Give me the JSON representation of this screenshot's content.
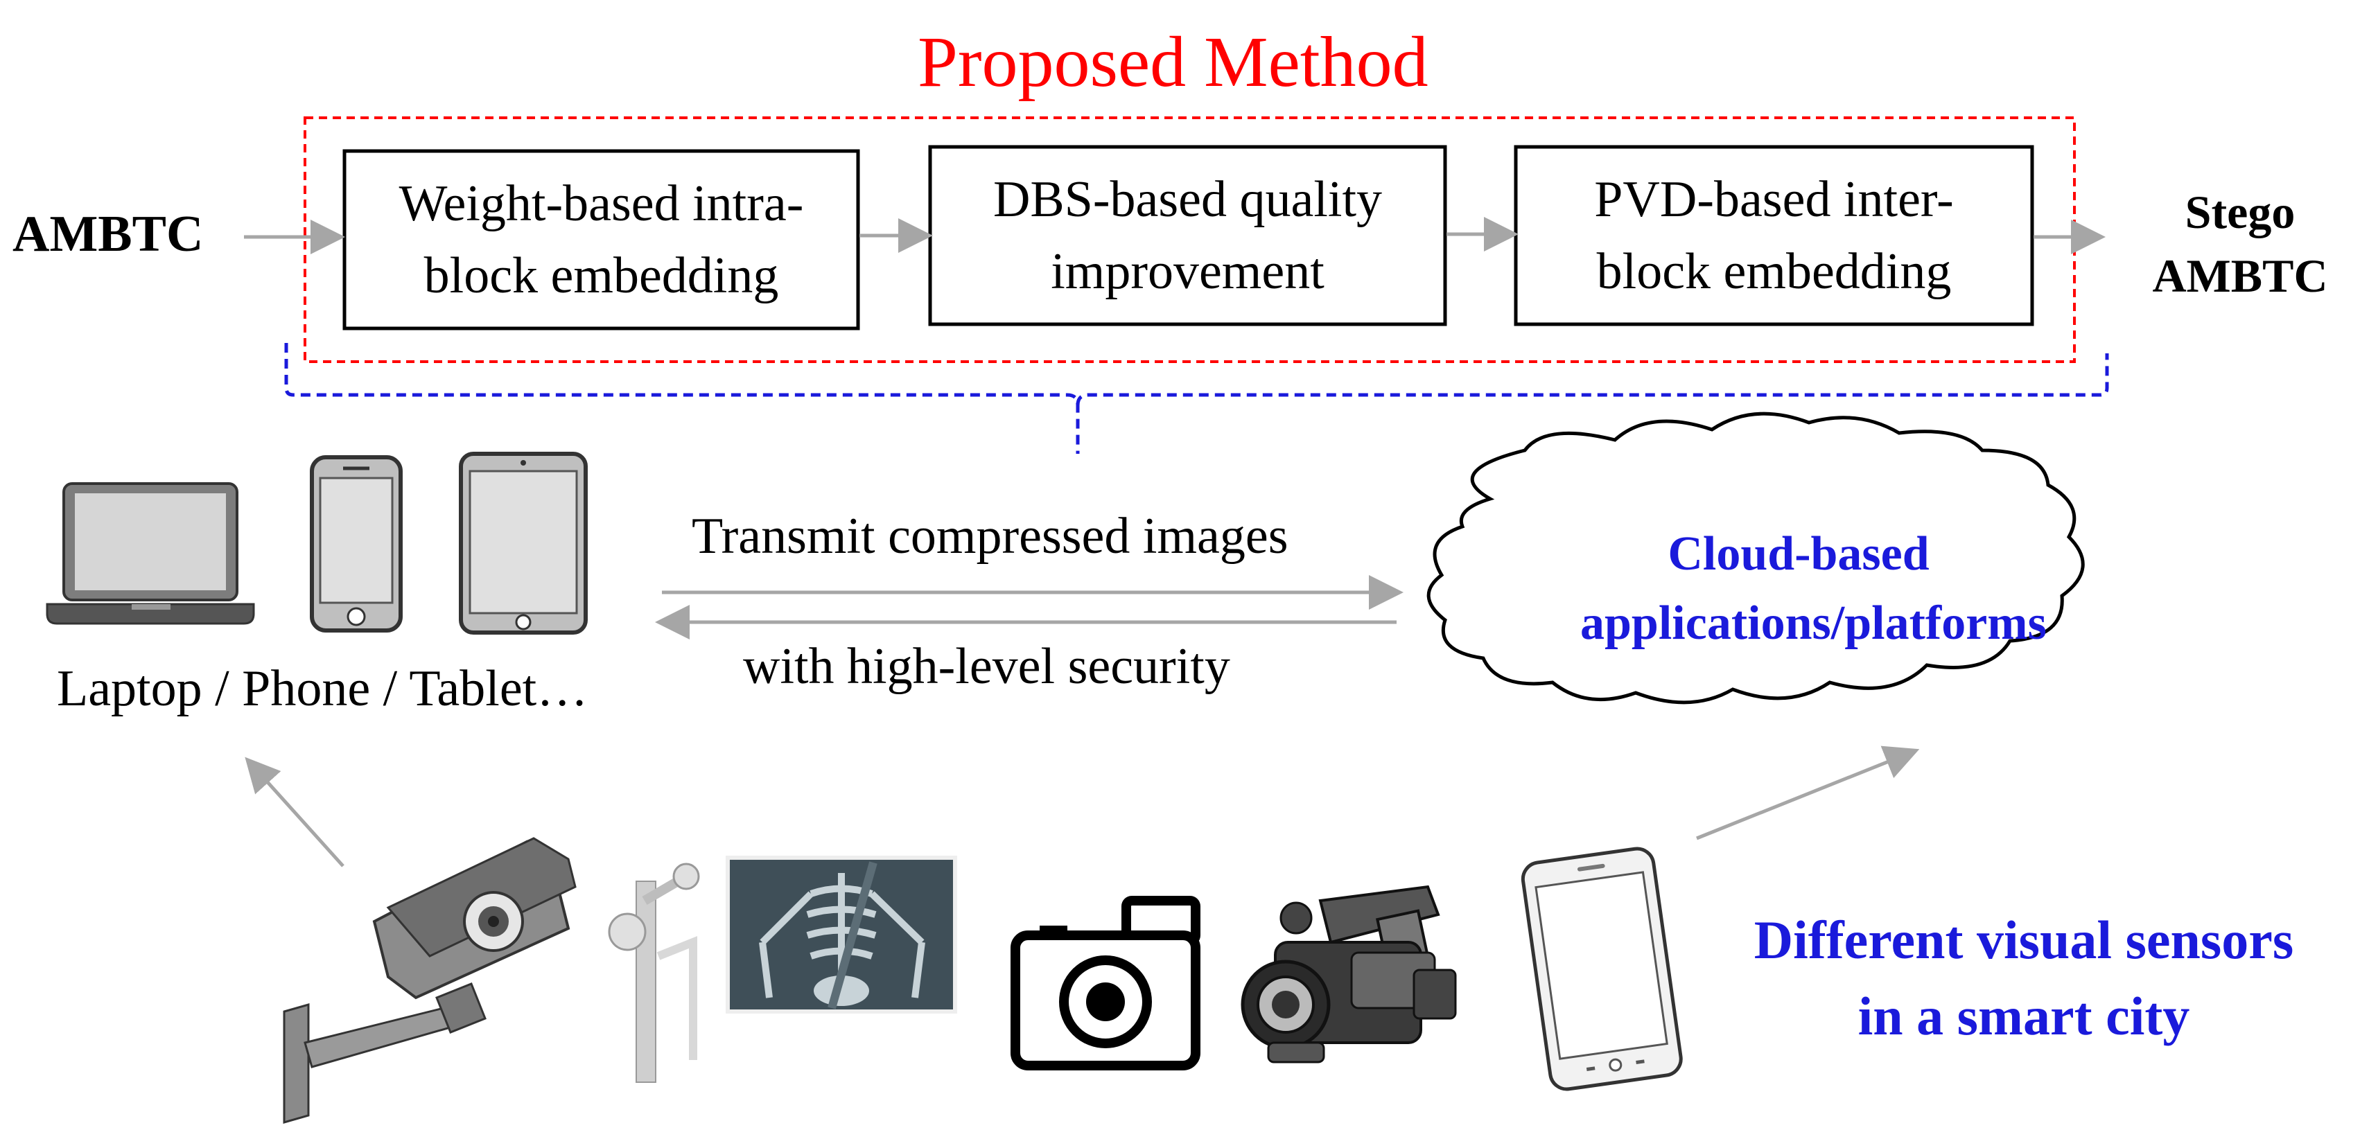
{
  "title": "Proposed Method",
  "input_label": "AMBTC",
  "output_label": [
    "Stego",
    "AMBTC"
  ],
  "steps": [
    {
      "lines": [
        "Weight-based intra-",
        "block embedding"
      ]
    },
    {
      "lines": [
        "DBS-based quality",
        "improvement"
      ]
    },
    {
      "lines": [
        "PVD-based inter-",
        "block embedding"
      ]
    }
  ],
  "devices_label": "Laptop / Phone / Tablet…",
  "transmit_top": "Transmit compressed images",
  "transmit_bottom": "with high-level security",
  "cloud_label": [
    "Cloud-based",
    "applications/platforms"
  ],
  "sensors_label": [
    "Different visual sensors",
    "in a smart city"
  ],
  "colors": {
    "title": "#ff0000",
    "dashed_red": "#ff0000",
    "dashed_blue": "#1a1adb",
    "accent_blue": "#1a1adb",
    "arrow": "#a6a6a6"
  },
  "icons": [
    "laptop-icon",
    "phone-icon",
    "tablet-icon",
    "cloud-icon",
    "security-camera-icon",
    "xray-machine-icon",
    "photo-camera-icon",
    "video-camera-icon",
    "smartphone-icon"
  ]
}
